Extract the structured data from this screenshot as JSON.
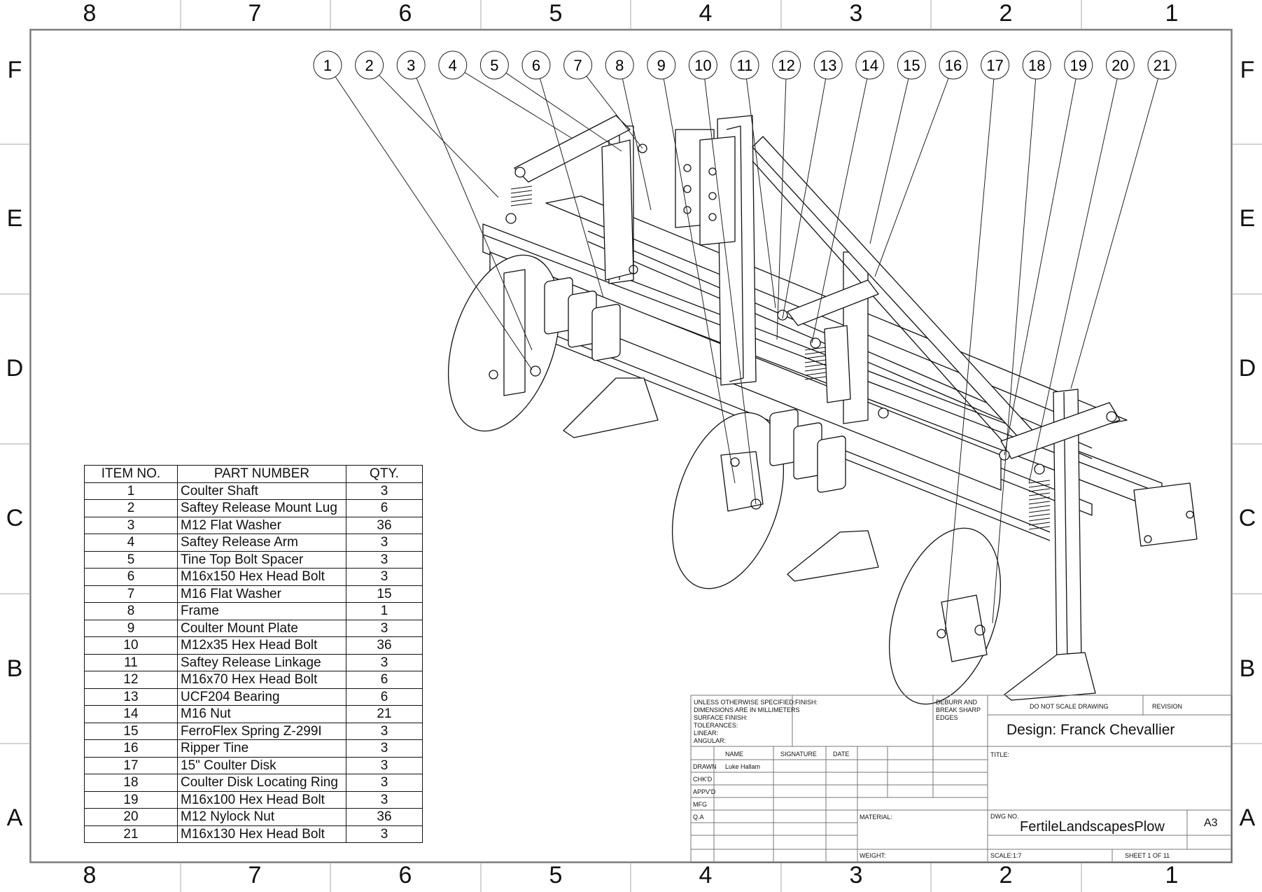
{
  "zones": {
    "columns": [
      "8",
      "7",
      "6",
      "5",
      "4",
      "3",
      "2",
      "1"
    ],
    "rows": [
      "F",
      "E",
      "D",
      "C",
      "B",
      "A"
    ]
  },
  "balloons": [
    "1",
    "2",
    "3",
    "4",
    "5",
    "6",
    "7",
    "8",
    "9",
    "10",
    "11",
    "12",
    "13",
    "14",
    "15",
    "16",
    "17",
    "18",
    "19",
    "20",
    "21"
  ],
  "bom": {
    "headers": {
      "item": "ITEM NO.",
      "part": "PART NUMBER",
      "qty": "QTY."
    },
    "rows": [
      {
        "item": "1",
        "part": "Coulter Shaft",
        "qty": "3"
      },
      {
        "item": "2",
        "part": "Saftey Release Mount Lug",
        "qty": "6"
      },
      {
        "item": "3",
        "part": "M12 Flat Washer",
        "qty": "36"
      },
      {
        "item": "4",
        "part": "Saftey Release Arm",
        "qty": "3"
      },
      {
        "item": "5",
        "part": "Tine Top Bolt Spacer",
        "qty": "3"
      },
      {
        "item": "6",
        "part": "M16x150 Hex Head Bolt",
        "qty": "3"
      },
      {
        "item": "7",
        "part": "M16 Flat Washer",
        "qty": "15"
      },
      {
        "item": "8",
        "part": "Frame",
        "qty": "1"
      },
      {
        "item": "9",
        "part": "Coulter Mount Plate",
        "qty": "3"
      },
      {
        "item": "10",
        "part": "M12x35 Hex Head Bolt",
        "qty": "36"
      },
      {
        "item": "11",
        "part": "Saftey Release Linkage",
        "qty": "3"
      },
      {
        "item": "12",
        "part": "M16x70 Hex Head Bolt",
        "qty": "6"
      },
      {
        "item": "13",
        "part": "UCF204 Bearing",
        "qty": "6"
      },
      {
        "item": "14",
        "part": "M16 Nut",
        "qty": "21"
      },
      {
        "item": "15",
        "part": "FerroFlex Spring Z-299I",
        "qty": "3"
      },
      {
        "item": "16",
        "part": "Ripper Tine",
        "qty": "3"
      },
      {
        "item": "17",
        "part": "15\" Coulter Disk",
        "qty": "3"
      },
      {
        "item": "18",
        "part": "Coulter Disk Locating Ring",
        "qty": "3"
      },
      {
        "item": "19",
        "part": "M16x100 Hex Head Bolt",
        "qty": "3"
      },
      {
        "item": "20",
        "part": "M12 Nylock Nut",
        "qty": "36"
      },
      {
        "item": "21",
        "part": "M16x130 Hex Head Bolt",
        "qty": "3"
      }
    ]
  },
  "title_block": {
    "spec_note": "UNLESS OTHERWISE SPECIFIED:\nDIMENSIONS ARE IN MILLIMETERS\nSURFACE FINISH:\nTOLERANCES:\n   LINEAR:\n   ANGULAR:",
    "finish": "FINISH:",
    "deburr": "DEBURR AND\nBREAK SHARP\nEDGES",
    "do_not_scale": "DO NOT SCALE DRAWING",
    "revision": "REVISION",
    "designer": "Design: Franck Chevallier",
    "col_name": "NAME",
    "col_signature": "SIGNATURE",
    "col_date": "DATE",
    "row_drawn": "DRAWN",
    "row_chkd": "CHK'D",
    "row_appvd": "APPV'D",
    "row_mfg": "MFG",
    "row_qa": "Q.A",
    "drawn_name": "Luke Hallam",
    "title_label": "TITLE:",
    "material_label": "MATERIAL:",
    "dwg_no_label": "DWG NO.",
    "dwg_no": "FertileLandscapesPlow",
    "size": "A3",
    "weight_label": "WEIGHT:",
    "scale": "SCALE:1:7",
    "sheet": "SHEET 1 OF 11"
  }
}
